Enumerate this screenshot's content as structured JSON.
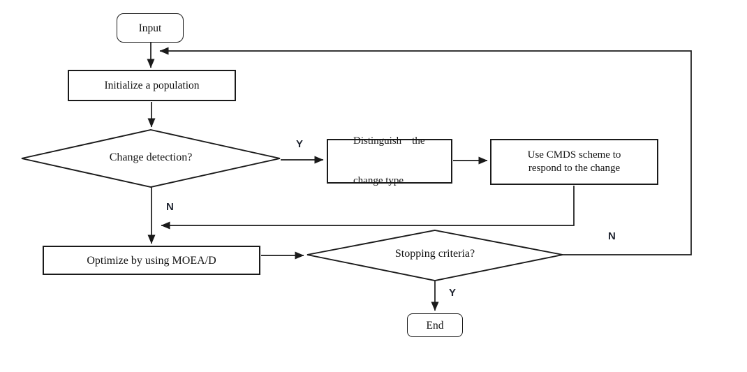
{
  "diagram": {
    "type": "flowchart",
    "background": "#ffffff",
    "stroke_color": "#1a1a1a",
    "text_color": "#131313",
    "edge_label_color": "#1f2430",
    "nodes": {
      "input": {
        "label": "Input",
        "shape": "rounded-start"
      },
      "initialize": {
        "label": "Initialize a population",
        "shape": "process"
      },
      "change_detection": {
        "label": "Change detection?",
        "shape": "decision"
      },
      "distinguish": {
        "line1": "Distinguish    the",
        "line2": "change type",
        "shape": "process"
      },
      "cmds": {
        "line1": "Use CMDS scheme to",
        "line2": "respond to the change",
        "shape": "process"
      },
      "optimize": {
        "label": "Optimize by using MOEA/D",
        "shape": "process"
      },
      "stopping": {
        "label": "Stopping criteria?",
        "shape": "decision"
      },
      "end": {
        "label": "End",
        "shape": "rounded-end"
      }
    },
    "edge_labels": {
      "change_detection_yes": "Y",
      "change_detection_no": "N",
      "stopping_yes": "Y",
      "stopping_no": "N"
    }
  }
}
